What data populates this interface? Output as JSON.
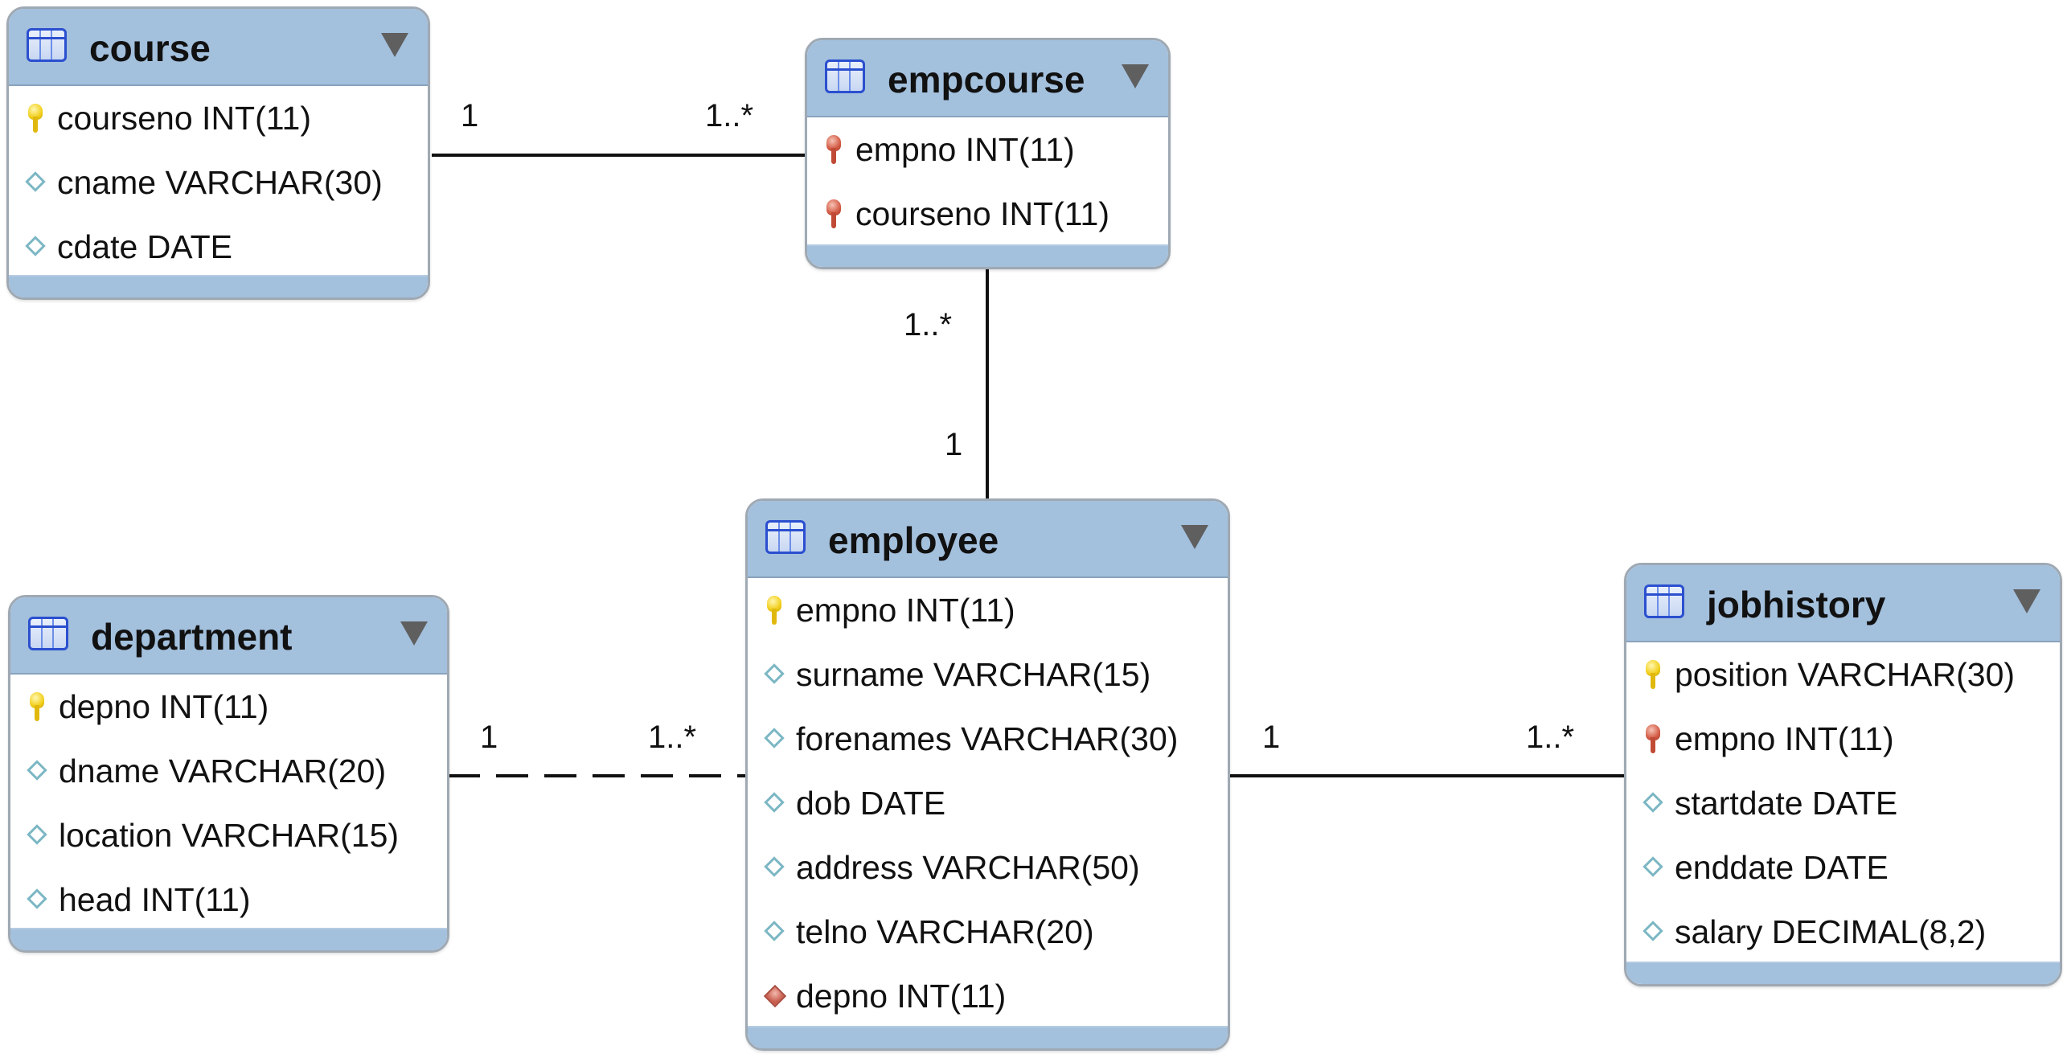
{
  "tables": {
    "course": {
      "name": "course",
      "columns": [
        {
          "text": "courseno INT(11)",
          "icon": "primary-key-icon"
        },
        {
          "text": "cname VARCHAR(30)",
          "icon": "column-diamond-icon"
        },
        {
          "text": "cdate DATE",
          "icon": "column-diamond-icon"
        }
      ]
    },
    "empcourse": {
      "name": "empcourse",
      "columns": [
        {
          "text": "empno INT(11)",
          "icon": "foreign-key-icon"
        },
        {
          "text": "courseno INT(11)",
          "icon": "foreign-key-icon"
        }
      ]
    },
    "employee": {
      "name": "employee",
      "columns": [
        {
          "text": "empno INT(11)",
          "icon": "primary-key-icon"
        },
        {
          "text": "surname VARCHAR(15)",
          "icon": "column-diamond-icon"
        },
        {
          "text": "forenames VARCHAR(30)",
          "icon": "column-diamond-icon"
        },
        {
          "text": "dob DATE",
          "icon": "column-diamond-icon"
        },
        {
          "text": "address VARCHAR(50)",
          "icon": "column-diamond-icon"
        },
        {
          "text": "telno VARCHAR(20)",
          "icon": "column-diamond-icon"
        },
        {
          "text": "depno INT(11)",
          "icon": "foreign-key-diamond-icon"
        }
      ]
    },
    "department": {
      "name": "department",
      "columns": [
        {
          "text": "depno INT(11)",
          "icon": "primary-key-icon"
        },
        {
          "text": "dname VARCHAR(20)",
          "icon": "column-diamond-icon"
        },
        {
          "text": "location VARCHAR(15)",
          "icon": "column-diamond-icon"
        },
        {
          "text": "head INT(11)",
          "icon": "column-diamond-icon"
        }
      ]
    },
    "jobhistory": {
      "name": "jobhistory",
      "columns": [
        {
          "text": "position VARCHAR(30)",
          "icon": "primary-key-icon"
        },
        {
          "text": "empno INT(11)",
          "icon": "foreign-key-icon"
        },
        {
          "text": "startdate DATE",
          "icon": "column-diamond-icon"
        },
        {
          "text": "enddate DATE",
          "icon": "column-diamond-icon"
        },
        {
          "text": "salary DECIMAL(8,2)",
          "icon": "column-diamond-icon"
        }
      ]
    }
  },
  "relationships": {
    "course_empcourse": {
      "from_card": "1",
      "to_card": "1..*",
      "style": "solid"
    },
    "empcourse_employee": {
      "from_card": "1..*",
      "to_card": "1",
      "style": "solid"
    },
    "department_employee": {
      "from_card": "1",
      "to_card": "1..*",
      "style": "dashed"
    },
    "employee_jobhistory": {
      "from_card": "1",
      "to_card": "1..*",
      "style": "solid"
    }
  },
  "colors": {
    "header": "#a3c0dd",
    "border": "#9fa9b3",
    "line": "#111111"
  }
}
